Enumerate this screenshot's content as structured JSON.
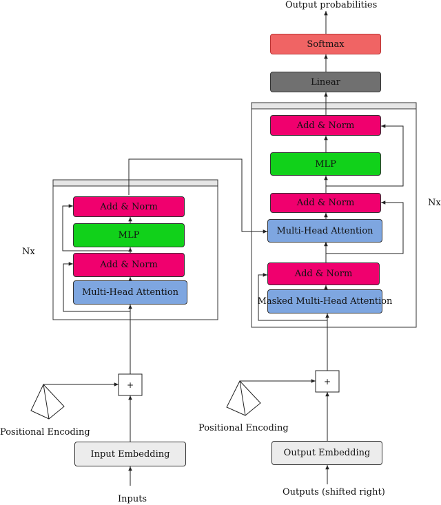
{
  "colors": {
    "add_norm": "#f0006e",
    "mlp": "#11d11a",
    "attention": "#7ea6e0",
    "softmax": "#f06464",
    "linear": "#707070",
    "embedding": "#ececec",
    "stack_header": "#e6e6e6"
  },
  "encoder": {
    "repeat_label": "Nx",
    "add_norm_top": "Add & Norm",
    "mlp": "MLP",
    "add_norm_bottom": "Add & Norm",
    "attention": "Multi-Head Attention",
    "add_symbol": "+",
    "positional_encoding": "Positional Encoding",
    "embedding": "Input Embedding",
    "input_label": "Inputs"
  },
  "decoder": {
    "repeat_label": "Nx",
    "add_norm_top": "Add & Norm",
    "mlp": "MLP",
    "add_norm_middle": "Add & Norm",
    "cross_attention": "Multi-Head Attention",
    "add_norm_bottom": "Add & Norm",
    "masked_attention": "Masked Multi-Head Attention",
    "add_symbol": "+",
    "positional_encoding": "Positional Encoding",
    "embedding": "Output Embedding",
    "input_label": "Outputs (shifted right)"
  },
  "head": {
    "output_label": "Output probabilities",
    "softmax": "Softmax",
    "linear": "Linear"
  }
}
